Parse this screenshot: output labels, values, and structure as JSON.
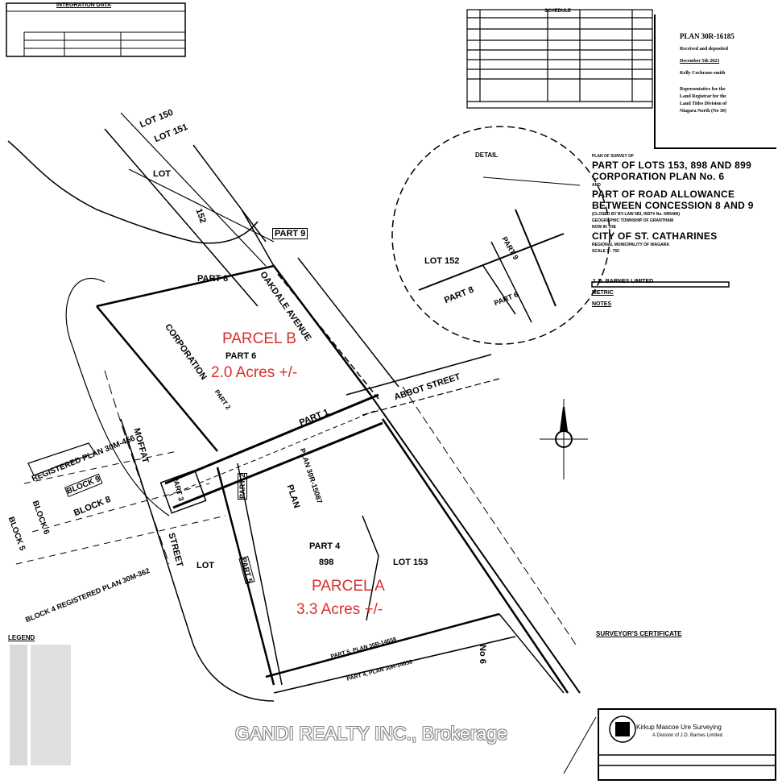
{
  "survey": {
    "integration_table_title": "INTEGRATION DATA",
    "schedule_title": "SCHEDULE",
    "plan_box": {
      "plan_number": "PLAN 30R-16185",
      "received": "Received and deposited",
      "date": "December 5th 2023",
      "signer": "Kelly Cochrane-smith",
      "representative": [
        "Representative for the",
        "Land Registrar for the",
        "Land Titles Division of",
        "Niagara North (No 30)"
      ]
    },
    "title": {
      "pre": "PLAN OF SURVEY OF",
      "line1": "PART OF LOTS 153, 898 AND 899",
      "line2": "CORPORATION PLAN No. 6",
      "and": "AND",
      "line3": "PART OF ROAD ALLOWANCE",
      "line4": "BETWEEN CONCESSION 8 AND 9",
      "closed": "(CLOSED BY BY-LAW 583, INST# No. NR5466)",
      "geo": "GEOGRAPHIC TOWNSHIP OF GRANTHAM",
      "now": "NOW IN THE",
      "city": "CITY OF ST. CATHARINES",
      "region": "REGIONAL MUNICIPALITY OF NIAGARA",
      "scale": "SCALE 1 : 750",
      "firm": "J. D. BARNES LIMITED",
      "metric": "METRIC",
      "notes": "NOTES"
    },
    "map_labels": {
      "lot_150": "LOT 150",
      "lot_151": "LOT 151",
      "lot": "LOT",
      "lot_152": "152",
      "part_9": "PART 9",
      "part_8": "PART 8",
      "oakdale": "OAKDALE AVENUE",
      "corporation": "CORPORATION",
      "part_6": "PART 6",
      "part_2": "PART 2",
      "part_1": "PART 1",
      "abbot": "ABBOT STREET",
      "part_3": "PART 3",
      "part_2b": "PART 2",
      "plan": "PLAN",
      "plan_no": "PLAN 30R-15087",
      "part_4": "PART 4",
      "lot_898": "898",
      "lot_153": "LOT 153",
      "moffat": "MOFFAT",
      "street": "STREET",
      "lot_left": "LOT",
      "part_5": "PART 5",
      "no_6": "No 6",
      "reg_plan_456": "REGISTERED PLAN 30M-456",
      "block_9": "BLOCK 9",
      "block_8": "BLOCK 8",
      "block_6": "BLOCK 6",
      "block_5": "BLOCK 5",
      "block_4": "BLOCK 4 REGISTERED PLAN 30M-362",
      "part_5_plan": "PART 5, PLAN 30R-14658",
      "part_4_plan": "PART 4, PLAN 30R-14658"
    },
    "detail": {
      "title": "DETAIL",
      "lot_152": "LOT 152",
      "part_8": "PART 8",
      "part_9": "PART 9",
      "part_6": "PART 6"
    },
    "legend_title": "LEGEND",
    "certificate_title": "SURVEYOR'S CERTIFICATE",
    "firm_block": {
      "name": "Kirkup Mascoe Ure Surveying",
      "sub": "A Division of J.D. Barnes Limited"
    }
  },
  "parcels": [
    {
      "name": "PARCEL B",
      "area": "2.0 Acres +/-"
    },
    {
      "name": "PARCEL A",
      "area": "3.3 Acres +/-"
    }
  ],
  "watermark": "GANDI REALTY INC., Brokerage",
  "colors": {
    "parcel_label": "#d9302c"
  }
}
